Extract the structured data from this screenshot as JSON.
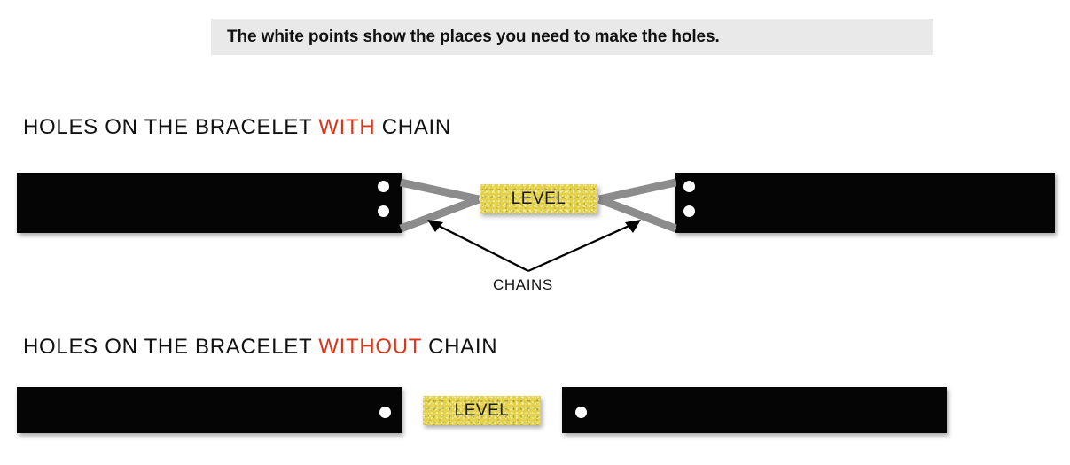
{
  "banner": {
    "text": "The white points show the places you need to make the holes."
  },
  "sections": [
    {
      "id": "with-chain",
      "heading_prefix": "HOLES ON THE BRACELET ",
      "heading_keyword": "WITH",
      "heading_suffix": " CHAIN",
      "keyword_color": "#d8391b",
      "level_tag_label": "LEVEL",
      "holes_per_end": 2,
      "has_chain": true,
      "chain_label": "CHAINS"
    },
    {
      "id": "without-chain",
      "heading_prefix": "HOLES ON THE BRACELET ",
      "heading_keyword": "WITHOUT",
      "heading_suffix": " CHAIN",
      "keyword_color": "#d8391b",
      "level_tag_label": "LEVEL",
      "holes_per_end": 1,
      "has_chain": false
    }
  ],
  "colors": {
    "banner_background": "#e9e9e9",
    "strap": "#050505",
    "hole": "#ffffff",
    "chain": "#8c8c8c",
    "level_tag": "#e3d247",
    "text": "#111111",
    "accent_red": "#d8391b"
  }
}
